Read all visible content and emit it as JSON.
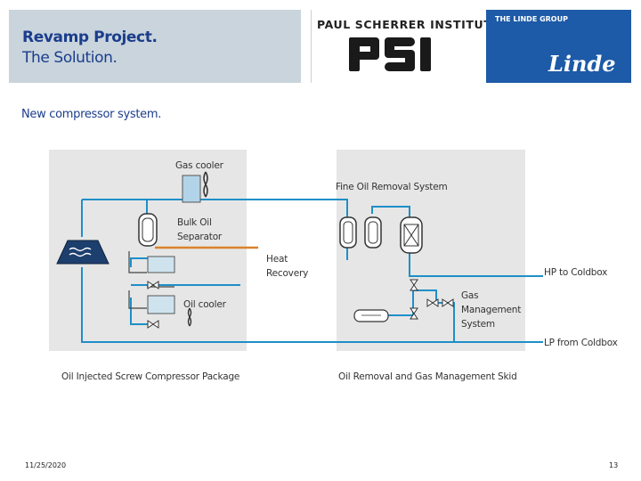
{
  "header": {
    "title_line1": "Revamp Project.",
    "title_line2": "The Solution.",
    "psi_name": "PAUL SCHERRER INSTITUT",
    "psi_logo_text": "PSI",
    "linde_group": "THE LINDE GROUP",
    "linde_logo_text": "Linde"
  },
  "subtitle": "New compressor system.",
  "diagram": {
    "gas_cooler": "Gas cooler",
    "fine_oil_removal": "Fine Oil Removal System",
    "bulk_oil_line1": "Bulk Oil",
    "bulk_oil_line2": "Separator",
    "heat_line1": "Heat",
    "heat_line2": "Recovery",
    "hp_to_coldbox": "HP to Coldbox",
    "oil_cooler": "Oil cooler",
    "gas_mgmt_line1": "Gas",
    "gas_mgmt_line2": "Management",
    "gas_mgmt_line3": "System",
    "lp_from_coldbox": "LP from Coldbox",
    "compressor_package": "Oil Injected Screw Compressor Package",
    "skid": "Oil Removal and Gas Management Skid"
  },
  "footer": {
    "date": "11/25/2020",
    "page": "13"
  },
  "colors": {
    "pipe_blue": "#1f8fc8",
    "pipe_orange": "#d9822b",
    "title_blue": "#1b3d8c",
    "linde_blue": "#1d5aa7"
  }
}
